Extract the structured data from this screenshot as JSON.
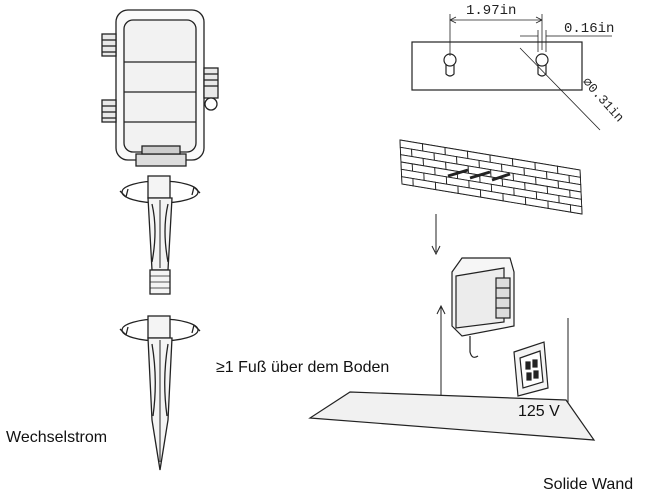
{
  "labels": {
    "spacing": "1.97in",
    "slot_width": "0.16in",
    "hole_diameter": "∅0.31in",
    "height_note": "≥1 Fuß über dem Boden",
    "voltage": "125 V",
    "ac": "Wechselstrom",
    "wall": "Solide Wand"
  }
}
